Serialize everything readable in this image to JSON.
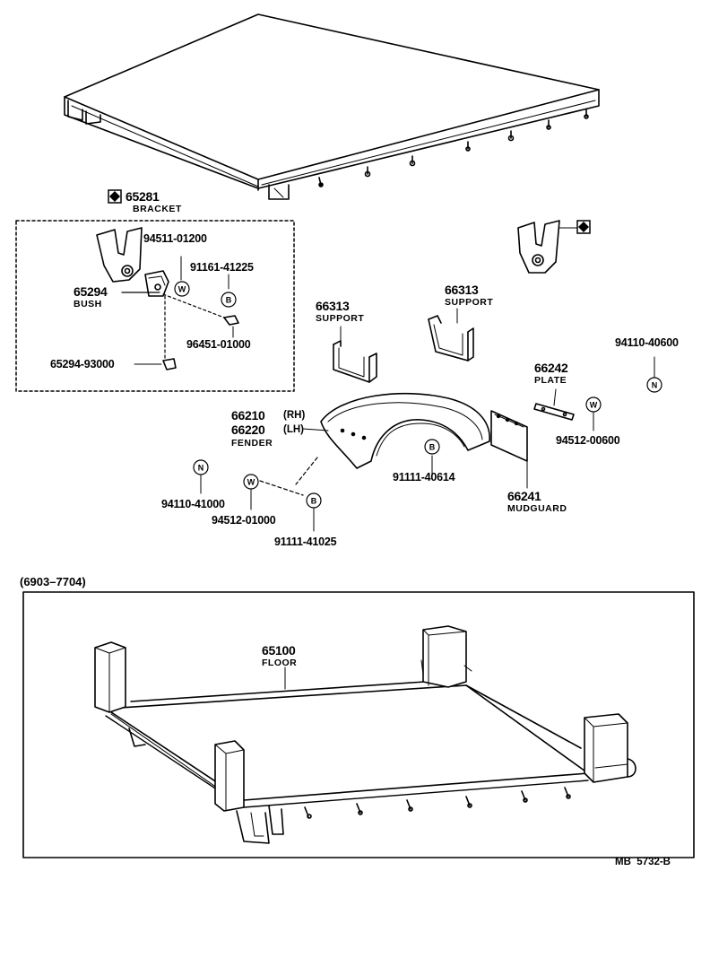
{
  "parts": {
    "bracket": {
      "number": "65281",
      "name": "BRACKET"
    },
    "bush": {
      "number": "65294",
      "name": "BUSH"
    },
    "support_left": {
      "number": "66313",
      "name": "SUPPORT"
    },
    "support_right": {
      "number": "66313",
      "name": "SUPPORT"
    },
    "plate": {
      "number": "66242",
      "name": "PLATE"
    },
    "fender": {
      "number_rh": "66210",
      "tag_rh": "(RH)",
      "number_lh": "66220",
      "tag_lh": "(LH)",
      "name": "FENDER"
    },
    "mudguard": {
      "number": "66241",
      "name": "MUDGUARD"
    },
    "floor": {
      "number": "65100",
      "name": "FLOOR"
    }
  },
  "fasteners": {
    "washer_bracket": {
      "number": "94511-01200",
      "symbol": "W"
    },
    "bolt_bracket": {
      "number": "91161-41225",
      "symbol": "B"
    },
    "clip_bracket": {
      "number": "96451-01000"
    },
    "bush_screw": {
      "number": "65294-93000"
    },
    "nut_plate": {
      "number": "94110-40600",
      "symbol": "N"
    },
    "washer_plate": {
      "number": "94512-00600",
      "symbol": "W"
    },
    "bolt_fender": {
      "number": "91111-40614",
      "symbol": "B"
    },
    "nut_fender": {
      "number": "94110-41000",
      "symbol": "N"
    },
    "washer_fender": {
      "number": "94512-01000",
      "symbol": "W"
    },
    "bolt_fender_lower": {
      "number": "91111-41025",
      "symbol": "B"
    }
  },
  "production_range": "(6903–7704)",
  "diagram_ref": "MB  5732-B"
}
